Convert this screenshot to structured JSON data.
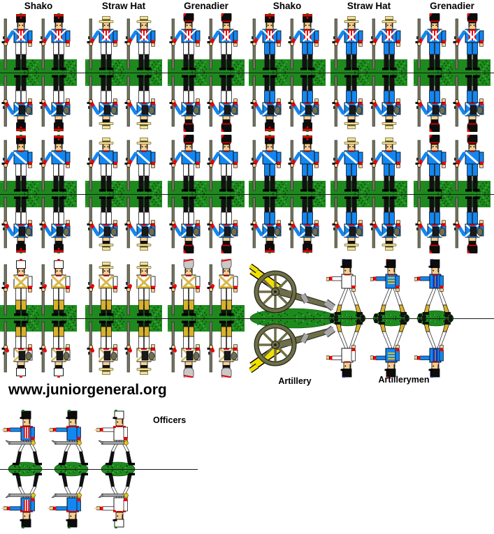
{
  "site": {
    "url": "www.juniorgeneral.org"
  },
  "column_labels": [
    "Shako",
    "Straw Hat",
    "Grenadier",
    "Shako",
    "Straw Hat",
    "Grenadier"
  ],
  "infantry_rows": [
    {
      "coat": "blue",
      "chest": "lapels",
      "gaiters": "black",
      "labeled": true,
      "groups": [
        {
          "label": "Shako",
          "hat": "shako",
          "trousers": "white"
        },
        {
          "label": "Straw Hat",
          "hat": "straw",
          "trousers": "white"
        },
        {
          "label": "Grenadier",
          "hat": "bearskin",
          "trousers": "white"
        },
        {
          "label": "Shako",
          "hat": "shako",
          "trousers": "blue"
        },
        {
          "label": "Straw Hat",
          "hat": "straw",
          "trousers": "blue"
        },
        {
          "label": "Grenadier",
          "hat": "bearskin",
          "trousers": "blue"
        }
      ]
    },
    {
      "coat": "blue",
      "chest": "belt",
      "gaiters": "black",
      "labeled": false,
      "groups": [
        {
          "hat": "shako",
          "trousers": "white"
        },
        {
          "hat": "straw",
          "trousers": "white"
        },
        {
          "hat": "bearskin",
          "trousers": "white"
        },
        {
          "hat": "shako",
          "trousers": "blue"
        },
        {
          "hat": "straw",
          "trousers": "blue"
        },
        {
          "hat": "bearskin",
          "trousers": "blue"
        }
      ]
    },
    {
      "coat": "white",
      "chest": "tanX",
      "gaiters": "yellow",
      "labeled": false,
      "groups": [
        {
          "hat": "whiteshako",
          "trousers": "white"
        },
        {
          "hat": "straw",
          "trousers": "white"
        },
        {
          "hat": "grayskin",
          "trousers": "white"
        }
      ]
    }
  ],
  "artillery": {
    "label": "Artillery"
  },
  "artillerymen": {
    "label": "Artillerymen",
    "figures": [
      {
        "coat": "white",
        "deco": "plain",
        "pompom": "blue"
      },
      {
        "coat": "blue",
        "deco": "lace",
        "pompom": "red"
      },
      {
        "coat": "blue",
        "deco": "panel",
        "pompom": "blue"
      }
    ]
  },
  "officers": {
    "label": "Officers",
    "figures": [
      {
        "coat": "blue",
        "chest": "lapels",
        "hat": "black"
      },
      {
        "coat": "blue",
        "chest": "plain",
        "hat": "black"
      },
      {
        "coat": "white",
        "chest": "plain",
        "hat": "white"
      }
    ]
  },
  "colors": {
    "coat_blue": "#1287f2",
    "red": "#ee0000",
    "white": "#ffffff",
    "flesh": "#f6cf92",
    "straw": "#efe2a2",
    "straw_band": "#4a3a14",
    "musket": "#75755f",
    "base_green": "#1e8a1e",
    "base_green_dark": "#0c5c0c",
    "base_green_light": "#38a438",
    "gaiter_yellow": "#d8b12c",
    "cross_tan": "#d8b84a",
    "cannon_olive": "#6e6e48",
    "cannon_gray": "#a8a8a8",
    "barrel_yellow": "#f2df00",
    "pack_black": "#1a1a1a",
    "canteen": "#6e6e52",
    "bearskin_gray": "#c9c9c9",
    "pompom_green": "#0a7a0a",
    "pompom_blue": "#2233cc",
    "panel_navy": "#1133bb",
    "sword_gray": "#a0a0a0",
    "hilt_yellow": "#e6c619"
  }
}
